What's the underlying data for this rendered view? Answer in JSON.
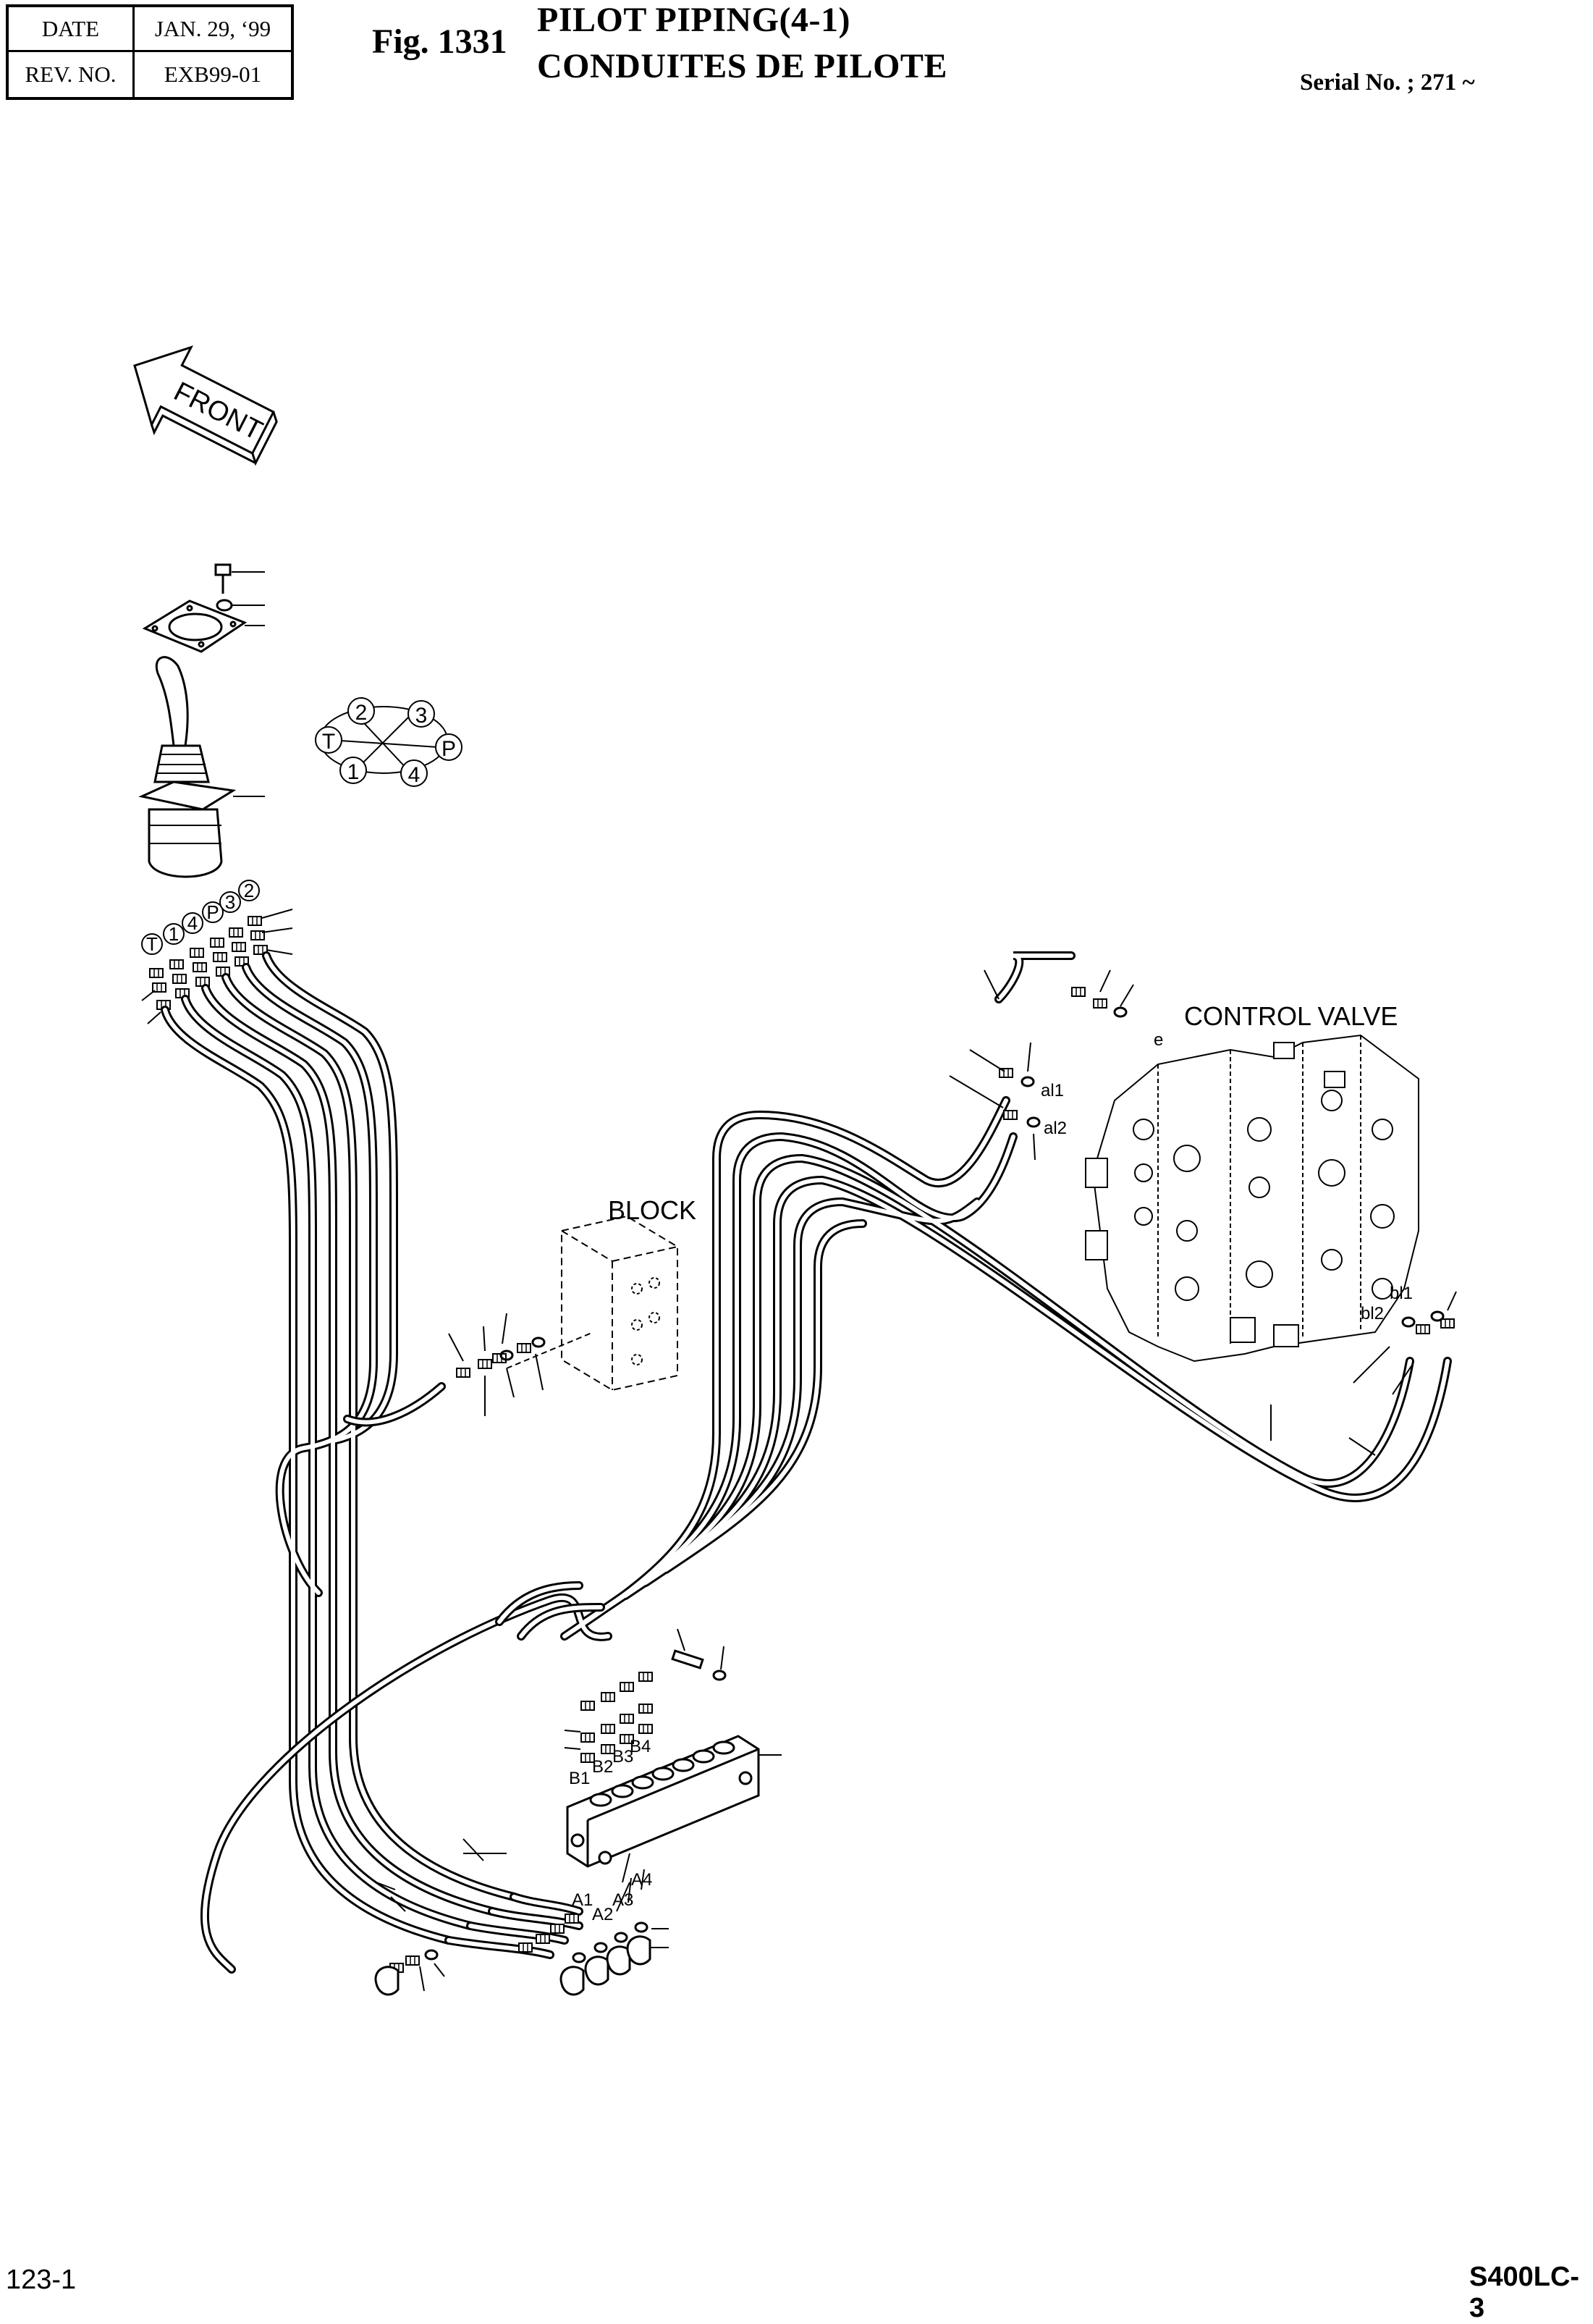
{
  "header": {
    "date_label": "DATE",
    "date_value": "JAN. 29, ‘99",
    "rev_label": "REV. NO.",
    "rev_value": "EXB99-01"
  },
  "figure": {
    "number": "Fig. 1331",
    "title_en": "PILOT PIPING(4-1)",
    "title_fr": "CONDUITES DE PILOTE",
    "serial": "Serial No. ; 271 ~"
  },
  "diagram": {
    "front_label": "FRONT",
    "block_label": "BLOCK",
    "control_valve_label": "CONTROL VALVE",
    "port_pattern": {
      "t": "T",
      "p": "P",
      "p1": "1",
      "p2": "2",
      "p3": "3",
      "p4": "4"
    },
    "joystick_ports": {
      "t": "T",
      "p1": "1",
      "p4": "4",
      "p": "P",
      "p3": "3",
      "p2": "2"
    },
    "valve_ports": {
      "al1": "al1",
      "al2": "al2",
      "bl1": "bl1",
      "bl2": "bl2",
      "e": "e"
    },
    "manifold_ports": {
      "b1": "B1",
      "b2": "B2",
      "b3": "B3",
      "b4": "B4",
      "a1": "A1",
      "a2": "A2",
      "a3": "A3",
      "a4": "A4"
    }
  },
  "footer": {
    "page": "123-1",
    "model": "S400LC-3"
  }
}
